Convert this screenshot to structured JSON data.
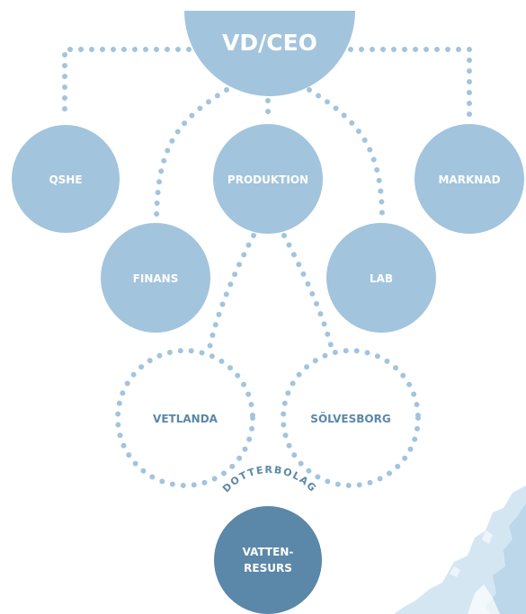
{
  "colors": {
    "node": "#a2c4dd",
    "dotted": "#a2c4dd",
    "dotted_node_text": "#5b87a8",
    "subsidiary": "#5b87a8",
    "map_fill": "#d5e6f3",
    "map_accent": "#bcd6ea",
    "text_on_node": "#ffffff"
  },
  "ceo": {
    "label": "VD/CEO"
  },
  "departments": {
    "qshe": "QSHE",
    "produktion": "PRODUKTION",
    "marknad": "MARKNAD",
    "finans": "FINANS",
    "lab": "LAB"
  },
  "sites": {
    "vetlanda": "VETLANDA",
    "solvesborg": "SÖLVESBORG"
  },
  "subsidiary": {
    "arc_label": "DOTTERBOLAG",
    "line1": "VATTEN-",
    "line2": "RESURS"
  }
}
